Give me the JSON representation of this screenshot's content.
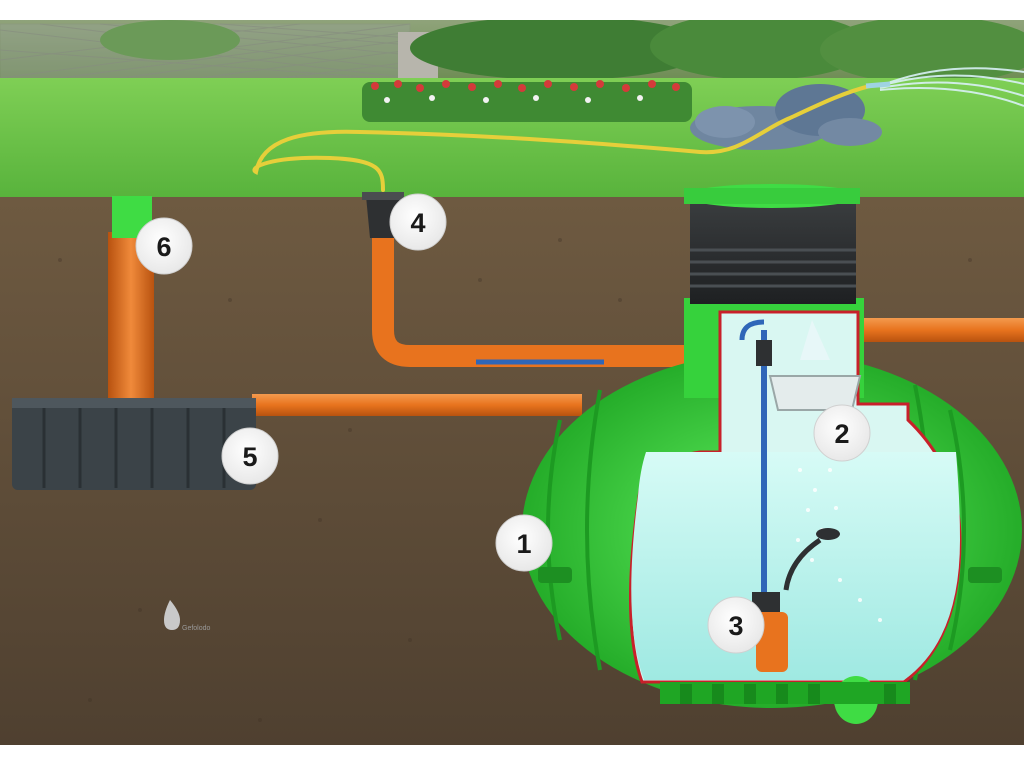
{
  "diagram": {
    "callouts": [
      {
        "id": "1",
        "label": "1",
        "part": "tank"
      },
      {
        "id": "2",
        "label": "2",
        "part": "filter"
      },
      {
        "id": "3",
        "label": "3",
        "part": "pump"
      },
      {
        "id": "4",
        "label": "4",
        "part": "tap-box"
      },
      {
        "id": "5",
        "label": "5",
        "part": "infiltration-block"
      },
      {
        "id": "6",
        "label": "6",
        "part": "inspection-shaft"
      }
    ],
    "watermark": "Gefolodo"
  },
  "colors": {
    "tank_green": "#35d23a",
    "pipe_orange": "#e8731e",
    "water": "#bff3ee",
    "soil": "#5b4a35",
    "grass": "#6cc44a",
    "hose_yellow": "#e6cf3a"
  }
}
